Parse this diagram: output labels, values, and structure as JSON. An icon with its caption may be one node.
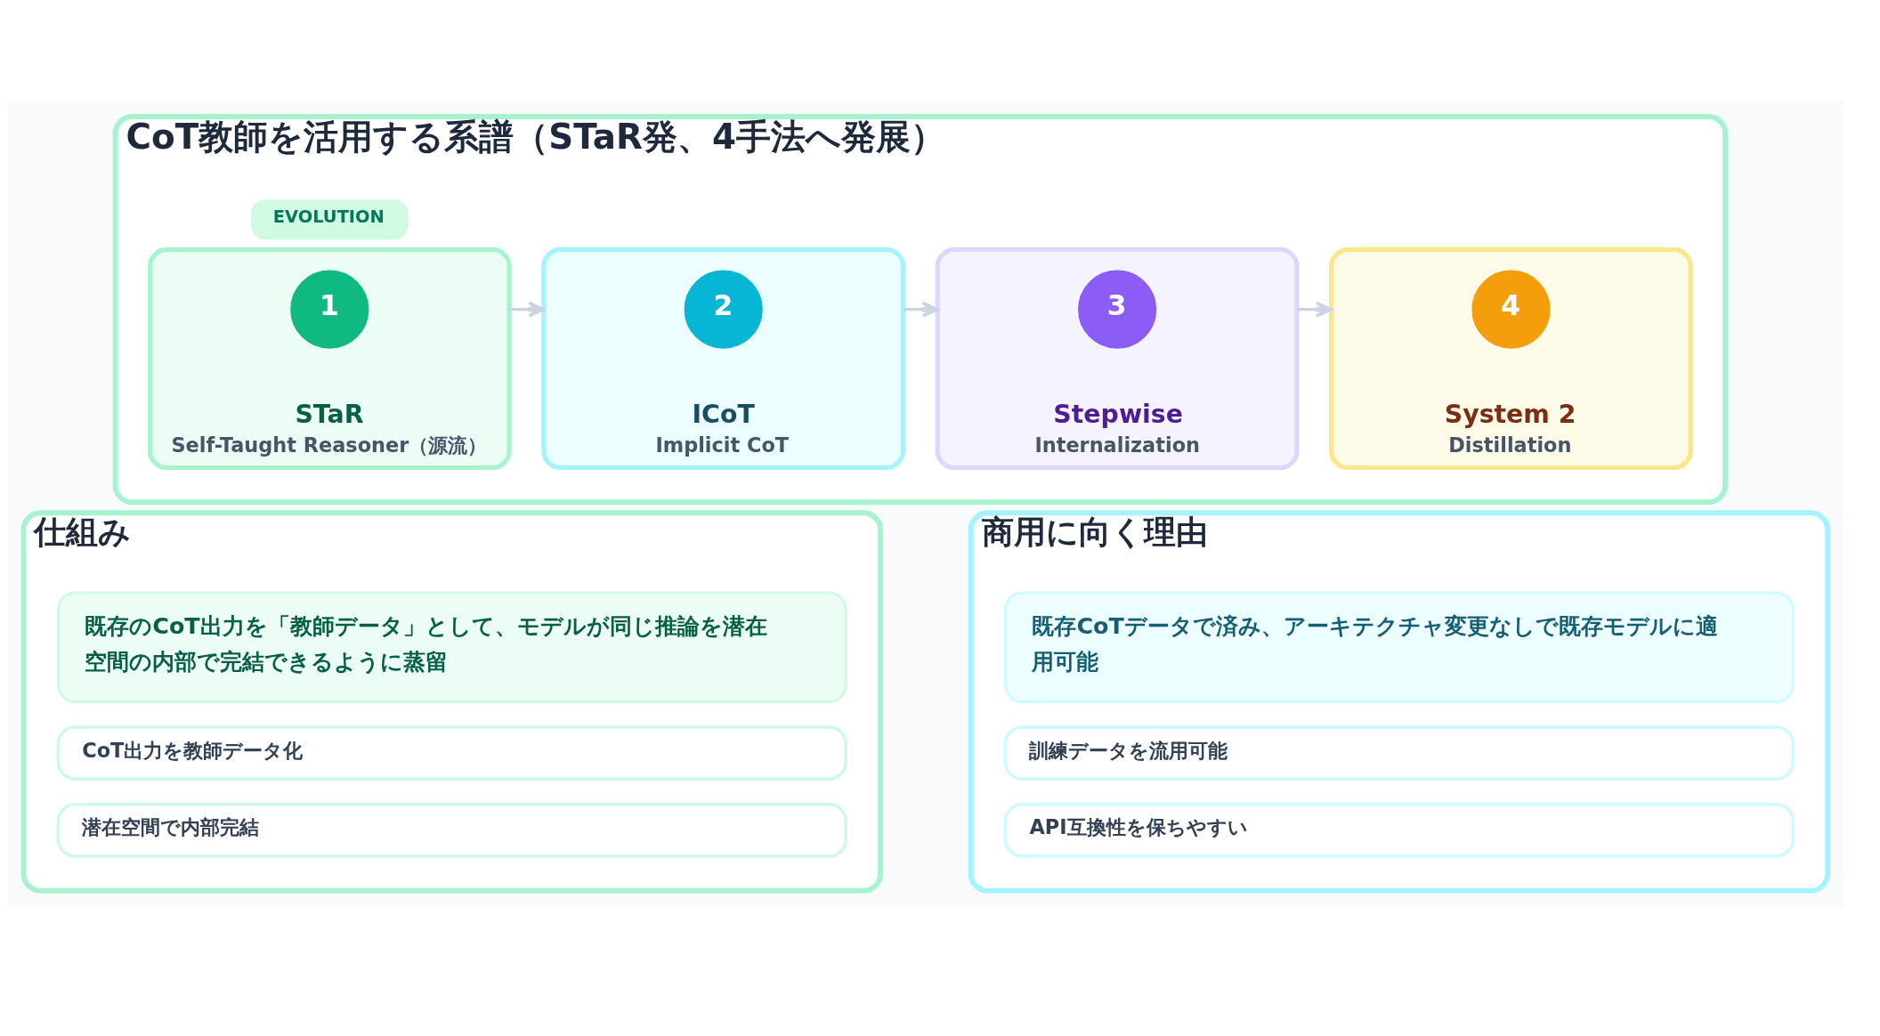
{
  "diagram": {
    "nodes": [
      {
        "text": [
          "CoT教師を活用する系譜（STaR発、4手法へ発展）"
        ]
      },
      {
        "text": [
          "EVOLUTION"
        ],
        "in": 0
      },
      {
        "text": [
          "STaR",
          "Self-Taught Reasoner（源流）"
        ],
        "in": 0
      },
      {
        "text": [
          "1"
        ],
        "in": 2
      },
      {
        "text": [
          "ICoT",
          "Implicit CoT"
        ],
        "in": 0
      },
      {
        "text": [
          "2"
        ],
        "in": 4
      },
      {
        "text": [
          "Stepwise",
          "Internalization"
        ],
        "in": 0
      },
      {
        "text": [
          "3"
        ],
        "in": 6
      },
      {
        "text": [
          "System 2",
          "Distillation"
        ],
        "in": 0
      },
      {
        "text": [
          "4"
        ],
        "in": 8
      },
      {
        "text": [
          "仕組み"
        ]
      },
      {
        "text": [
          "既存のCoT出力を「教師データ」として、モデルが同じ推論を潜在空間の内部で完結できるように蒸留"
        ],
        "in": 10
      },
      {
        "text": [
          "CoT出力を教師データ化"
        ],
        "in": 10
      },
      {
        "text": [
          "潜在空間で内部完結"
        ],
        "in": 10
      },
      {
        "text": [
          "商用に向く理由"
        ]
      },
      {
        "text": [
          "既存CoTデータで済み、アーキテクチャ変更なしで既存モデルに適用可能"
        ],
        "in": 14
      },
      {
        "text": [
          "訓練データを流用可能"
        ],
        "in": 14
      },
      {
        "text": [
          "API互換性を保ちやすい"
        ],
        "in": 14
      }
    ],
    "edges": [
      {
        "from": 2,
        "to": 4,
        "arrow": "to"
      },
      {
        "from": 4,
        "to": 6,
        "arrow": "to"
      },
      {
        "from": 6,
        "to": 8,
        "arrow": "to"
      }
    ]
  }
}
